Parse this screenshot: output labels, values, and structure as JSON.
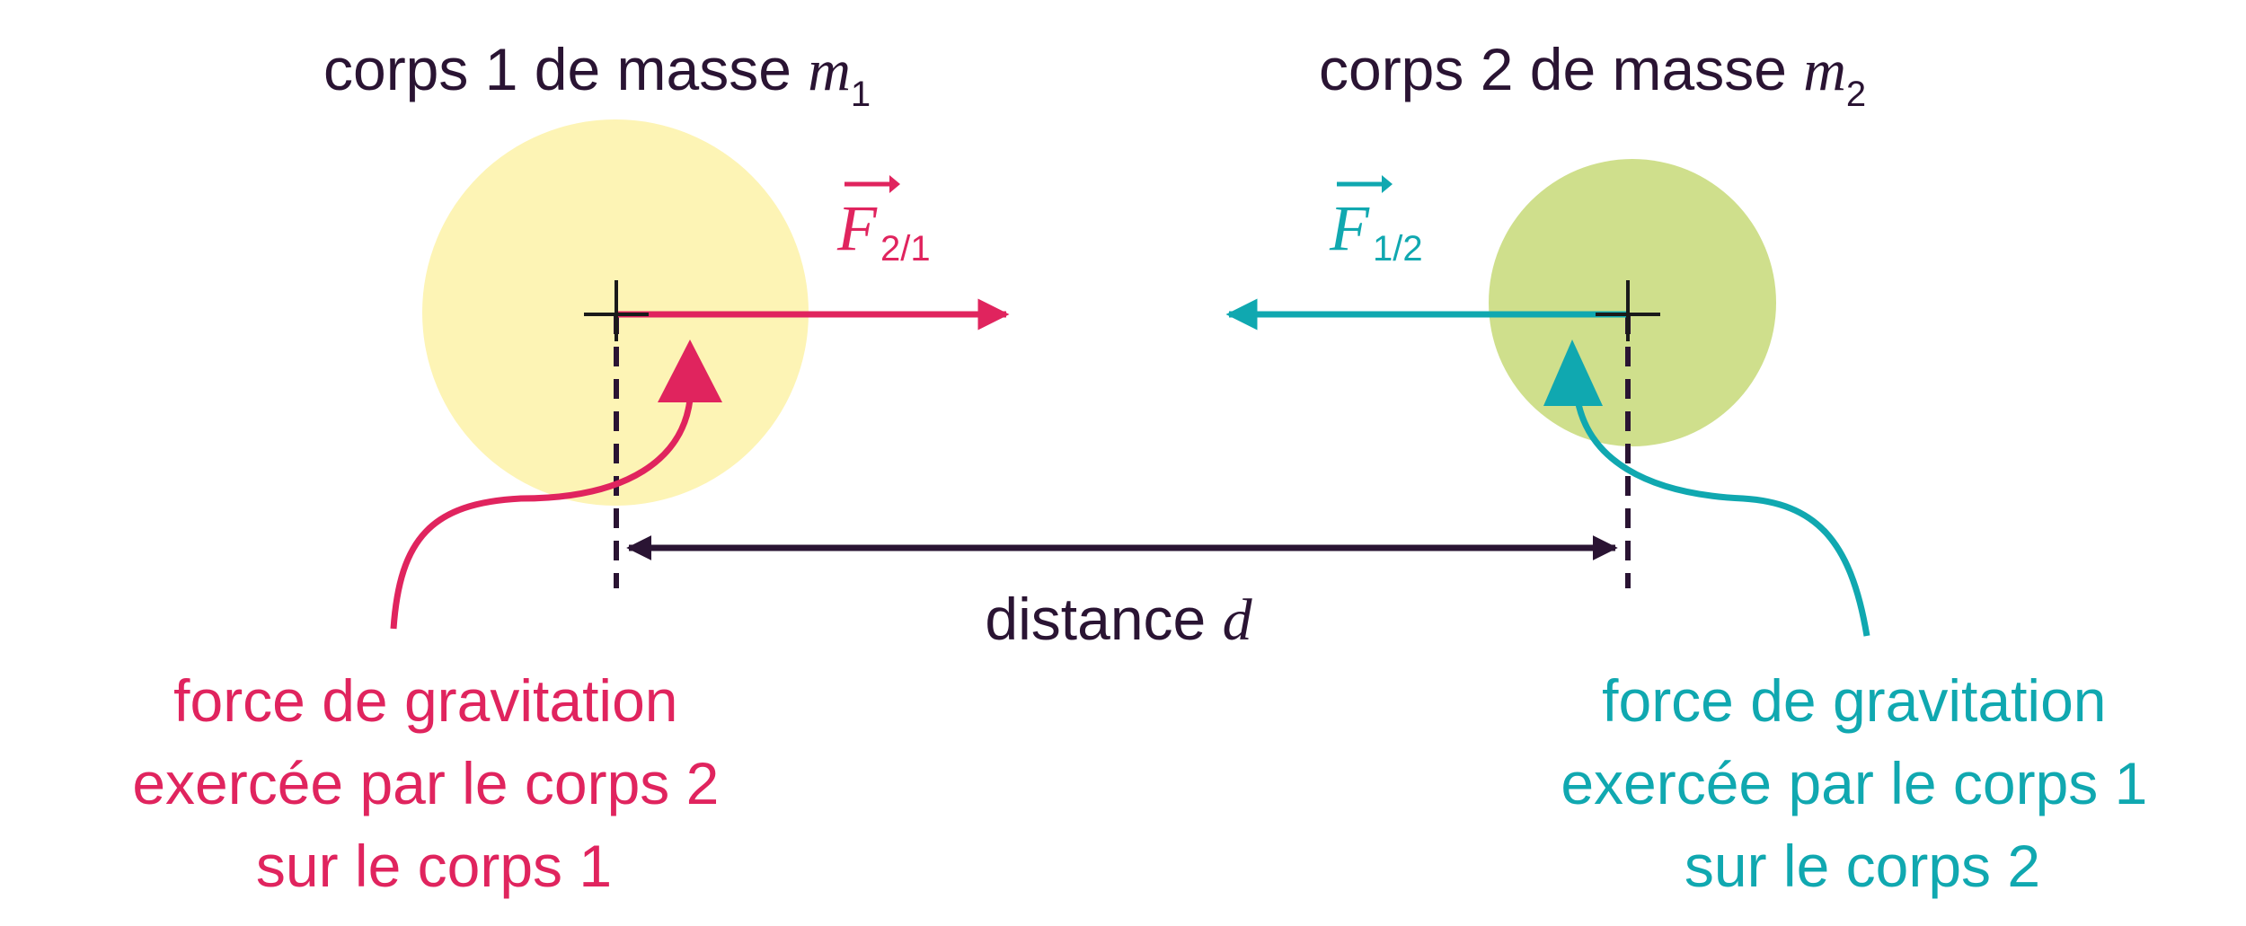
{
  "colors": {
    "dark": "#2a1433",
    "pink": "#e0245e",
    "teal": "#10a8b0",
    "body1_fill": "#fdf4b5",
    "body2_fill": "#cfdf8c"
  },
  "body1": {
    "label": "corps 1 de masse ",
    "mass_symbol": "m",
    "mass_index": "1"
  },
  "body2": {
    "label": "corps 2 de masse ",
    "mass_symbol": "m",
    "mass_index": "2"
  },
  "force_21": {
    "symbol": "F",
    "index": "2/1"
  },
  "force_12": {
    "symbol": "F",
    "index": "1/2"
  },
  "distance": {
    "label": "distance ",
    "symbol": "d"
  },
  "annotation_left": {
    "lines": [
      "force de gravitation",
      "exercée par le corps 2",
      "sur le corps 1"
    ]
  },
  "annotation_right": {
    "lines": [
      "force de gravitation",
      "exercée par le corps 1",
      "sur le corps 2"
    ]
  }
}
